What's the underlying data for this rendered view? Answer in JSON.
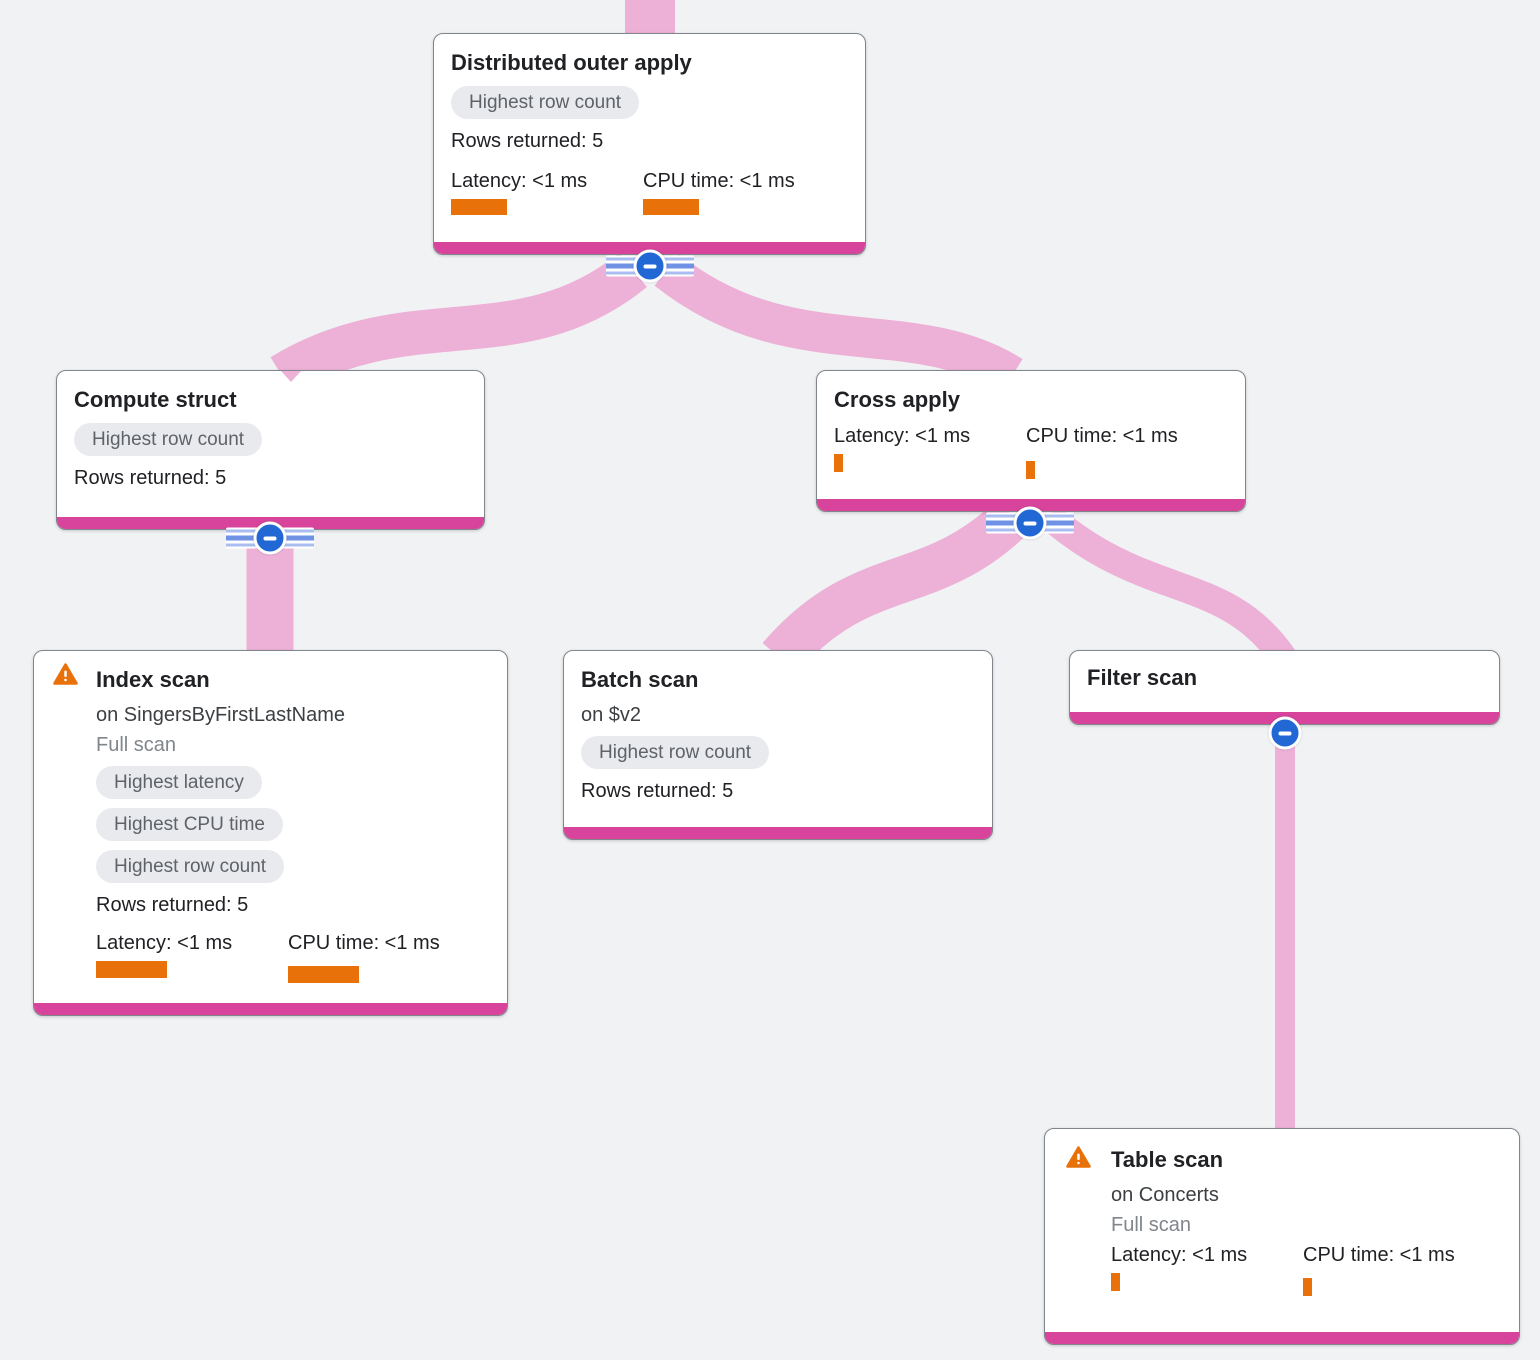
{
  "palette": {
    "background": "#f0f2f4",
    "node_accent_bar": "#d8449c",
    "edge_ribbon": "#edb0d6",
    "metric_bar_orange": "#e8710a",
    "warning_icon_orange": "#e8710a",
    "collapse_button_blue": "#2268d5",
    "badge_bg": "#e8eaed",
    "badge_text": "#5f6368"
  },
  "icons": {
    "warning_icon": "triangle-exclamation",
    "collapse_icon": "minus-circle"
  },
  "nodes": {
    "distributed_outer_apply": {
      "title": "Distributed outer apply",
      "badges": [
        "Highest row count"
      ],
      "rows_returned": "Rows returned: 5",
      "latency": "Latency: <1 ms",
      "cpu_time": "CPU time: <1 ms"
    },
    "compute_struct": {
      "title": "Compute struct",
      "badges": [
        "Highest row count"
      ],
      "rows_returned": "Rows returned: 5"
    },
    "cross_apply": {
      "title": "Cross apply",
      "latency": "Latency: <1 ms",
      "cpu_time": "CPU time: <1 ms"
    },
    "index_scan": {
      "title": "Index scan",
      "target": "on SingersByFirstLastName",
      "scan_type": "Full scan",
      "badges": [
        "Highest latency",
        "Highest CPU time",
        "Highest row count"
      ],
      "rows_returned": "Rows returned: 5",
      "latency": "Latency: <1 ms",
      "cpu_time": "CPU time: <1 ms"
    },
    "batch_scan": {
      "title": "Batch scan",
      "target": "on $v2",
      "badges": [
        "Highest row count"
      ],
      "rows_returned": "Rows returned: 5"
    },
    "filter_scan": {
      "title": "Filter scan"
    },
    "table_scan": {
      "title": "Table scan",
      "target": "on Concerts",
      "scan_type": "Full scan",
      "latency": "Latency: <1 ms",
      "cpu_time": "CPU time: <1 ms"
    }
  }
}
